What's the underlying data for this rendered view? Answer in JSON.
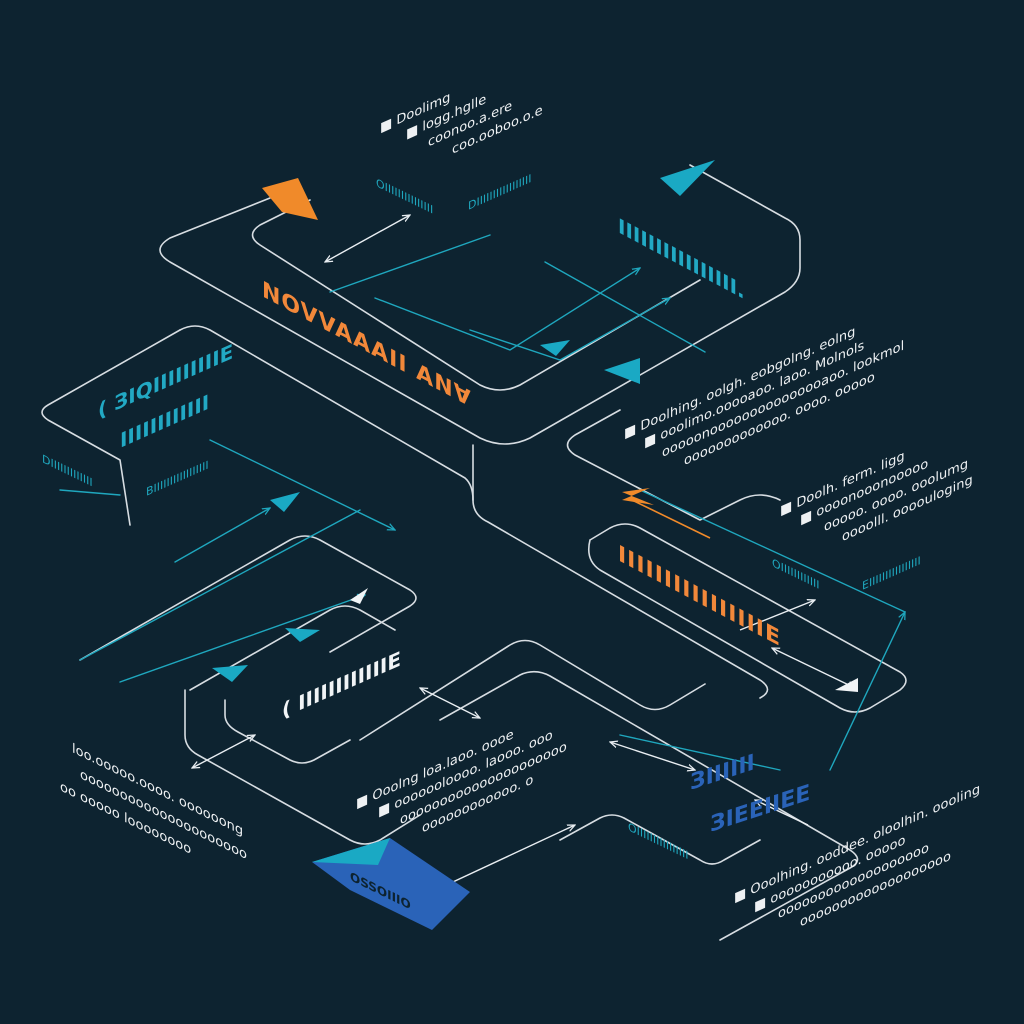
{
  "labels": {
    "center_orange": "NOVVAAAII AN∀",
    "top_right_cyan": "IIIIIIIIIIIIIIII.",
    "left_cyan_line1": "( ЗІQІІІIIIIIIE",
    "left_cyan_line2": "IIIIIIIIIIII",
    "right_orange": "IIIIIIIIIIIIIIIIE",
    "center_white": "( IIIIIIIIIIIIE",
    "bottom_right_blue_line1": "ЗІІІІІІ",
    "bottom_right_blue_line2": "ЗІЕЕІІЕЕ",
    "blue_badge": "ОSSОIIIO",
    "small_top_left_1": "ОIIIIIIIIIIIIIII",
    "small_top_left_2": "DIIIIIIIIIIIIIIIII",
    "small_left_1": "DIIIIIIIIIIIII",
    "small_left_2": "BIIIIIIIIIIIIIIIII",
    "small_right_1": "ОIIIIIIIIIIII",
    "small_right_2": "ЕIIIIIIIIIIIIIIII",
    "small_bottom_1": "ОIIIIIIIIIIIIIIII"
  },
  "bullet_groups": {
    "top": [
      "■ Dоolimg",
      "■ logg.hglle",
      "coonoo.a.ere",
      "coo.ooboo.o.e"
    ],
    "right": [
      "■ Doolhing. oolgh. eobgolng. eolng",
      "■ ooolimo.ooooaoo. laoo. Molnols",
      "ooooonooooooooooooooaoo. lookmol",
      "ooooooooooooo. oooo. ooooo"
    ],
    "right_small": [
      "■ Doolh. ferm. ligg",
      "■ oooonooonooooo",
      "ooooo. oooo. ooolumg",
      "oooolll. oooouloging"
    ],
    "bottom_center": [
      "■ Ooolng loa.laoo. oooe",
      "■ ooooooloooo. laooo. ooo",
      "ooooooooooooooooooooo",
      "oooooooooooo. o"
    ],
    "bottom_left": [
      "loo.ooooo.oooo. oooooong",
      "ooooooooooooooooooooo",
      "oo ooooo loooooooo"
    ],
    "bottom_right": [
      "■ Ooolhing. ooddee. oloolhin. oooling",
      "■ ooooooooooo. ooooo",
      "ooooooooooooooooooo",
      "ooooooooooooooooooo"
    ]
  },
  "colors": {
    "background": "#0d2330",
    "accent_orange": "#f08a2a",
    "accent_cyan": "#1fa7be",
    "accent_blue": "#2a63b8",
    "line_white": "#d7dde2"
  }
}
